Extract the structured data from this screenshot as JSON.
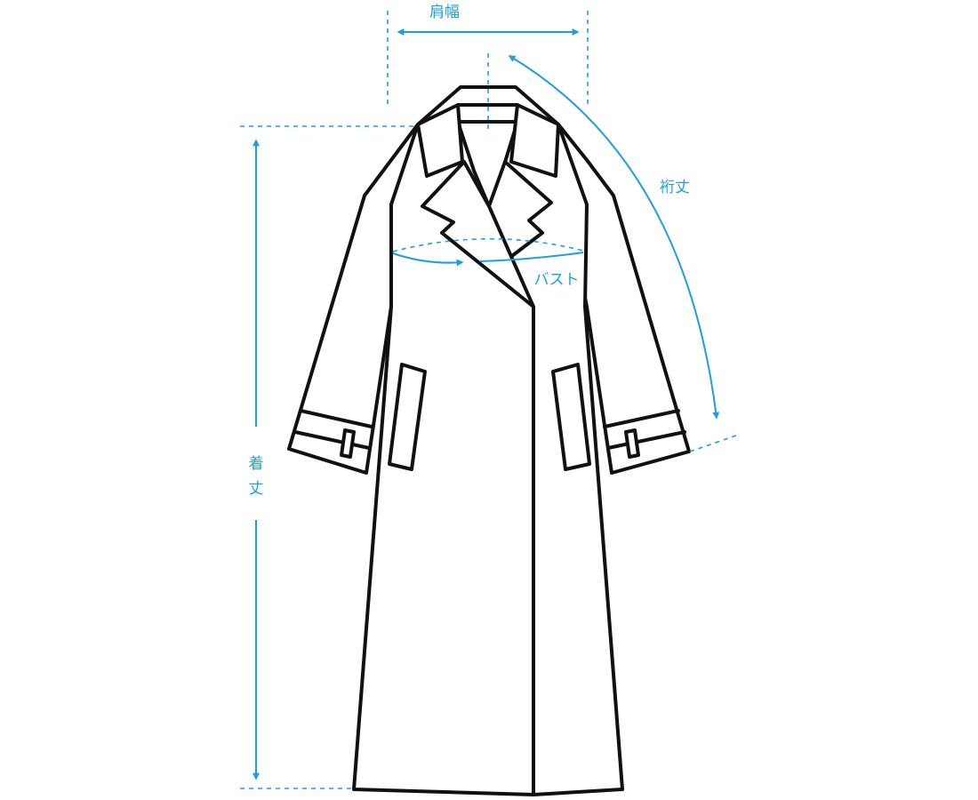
{
  "colors": {
    "measure": "#1f9ee0",
    "outline": "#111111",
    "background": "#ffffff"
  },
  "measurements": {
    "shoulder_width": "肩幅",
    "sleeve_length": "裄丈",
    "bust": "バスト",
    "length_char_1": "着",
    "length_char_2": "丈"
  }
}
